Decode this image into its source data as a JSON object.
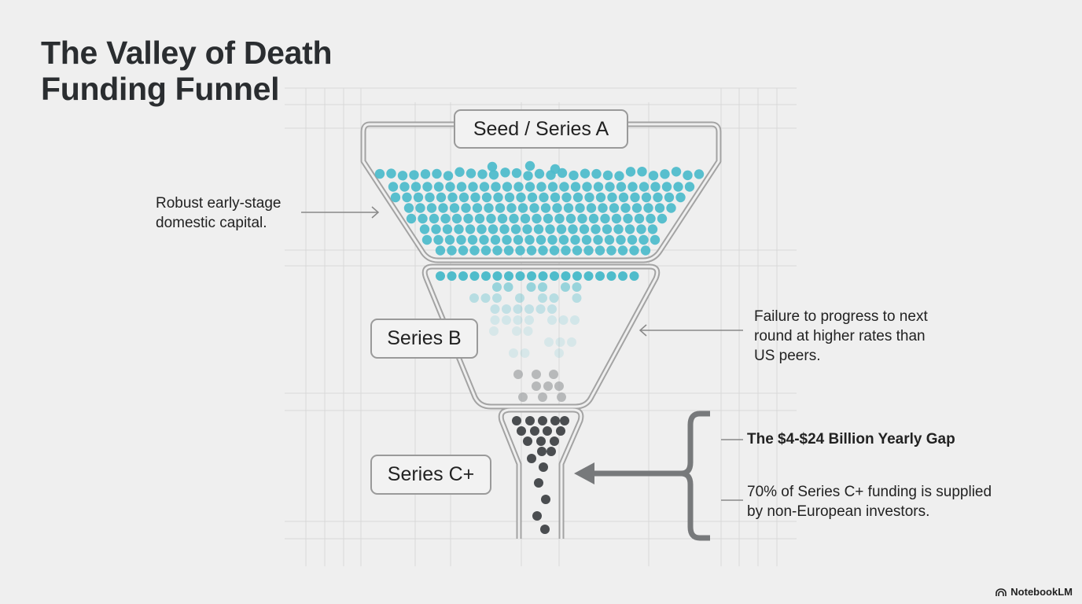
{
  "title_line1": "The Valley of Death",
  "title_line2": "Funding Funnel",
  "stages": {
    "seed": "Seed / Series A",
    "series_b": "Series B",
    "series_c": "Series C+"
  },
  "notes": {
    "early_stage": [
      "Robust early-stage",
      "domestic capital."
    ],
    "failure": [
      "Failure to progress to next",
      "round at higher rates than",
      "US peers."
    ],
    "gap_title": "The $4-$24 Billion Yearly Gap",
    "foreign_share": [
      "70% of Series C+ funding is supplied",
      "by non-European investors."
    ]
  },
  "brand": "NotebookLM",
  "colors": {
    "teal": "#4fbccb",
    "dark": "#4a4d50",
    "outline": "#9e9e9e",
    "bracket": "#777a7c"
  }
}
